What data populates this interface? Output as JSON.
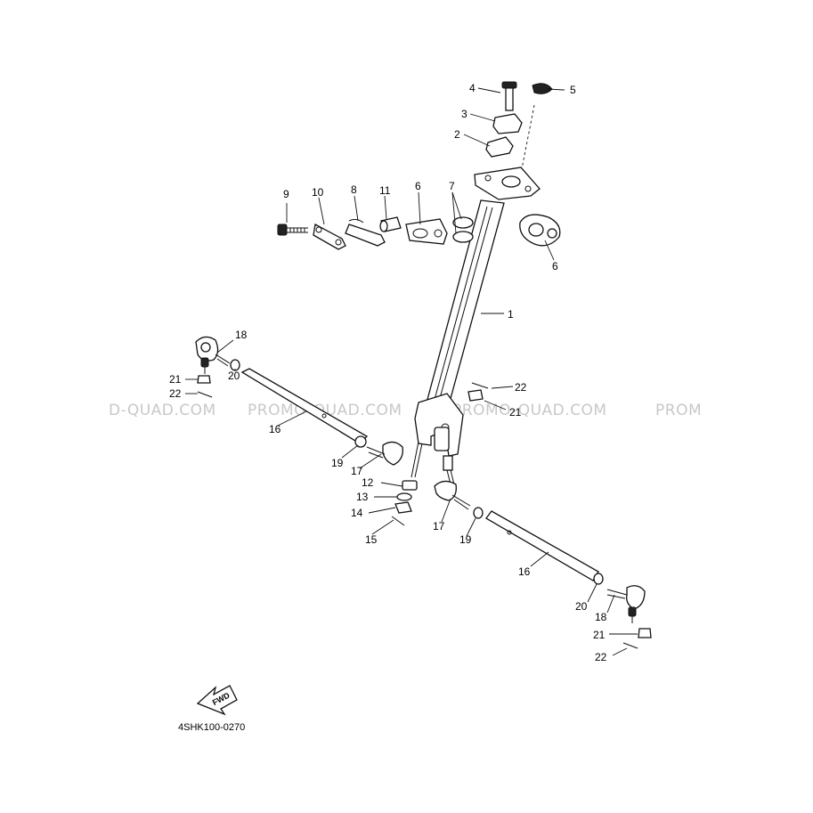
{
  "drawing": {
    "reference_code": "4SHK100-0270",
    "watermark_segments": [
      "D-QUAD.COM",
      "PROMO-QUAD.COM",
      "PROMO-QUAD.COM",
      "PROM"
    ],
    "fwd_label": "FWD"
  },
  "callouts": {
    "c1": "1",
    "c2": "2",
    "c3": "3",
    "c4": "4",
    "c5": "5",
    "c6a": "6",
    "c6b": "6",
    "c7": "7",
    "c8": "8",
    "c9": "9",
    "c10": "10",
    "c11": "11",
    "c12": "12",
    "c13": "13",
    "c14": "14",
    "c15": "15",
    "c16a": "16",
    "c16b": "16",
    "c17a": "17",
    "c17b": "17",
    "c18a": "18",
    "c18b": "18",
    "c19a": "19",
    "c19b": "19",
    "c20a": "20",
    "c20b": "20",
    "c21a": "21",
    "c21b": "21",
    "c21c": "21",
    "c22a": "22",
    "c22b": "22",
    "c22c": "22"
  }
}
